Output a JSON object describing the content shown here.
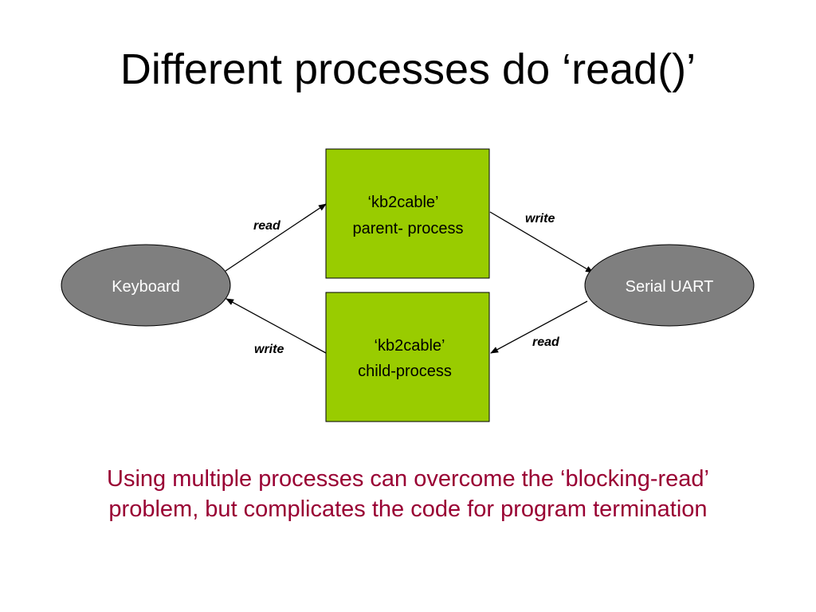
{
  "slide": {
    "title": "Different processes do ‘read()’",
    "caption_lines": [
      "Using multiple processes can overcome the ‘blocking-read’",
      "problem, but complicates the code for program termination"
    ]
  },
  "diagram": {
    "nodes": {
      "keyboard": {
        "label": "Keyboard"
      },
      "serial_uart": {
        "label": "Serial UART"
      },
      "parent_process": {
        "line1": "‘kb2cable’",
        "line2": "parent- process"
      },
      "child_process": {
        "line1": "‘kb2cable’",
        "line2": "child-process"
      }
    },
    "edges": {
      "keyboard_to_parent": {
        "label": "read"
      },
      "parent_to_uart": {
        "label": "write"
      },
      "uart_to_child": {
        "label": "read"
      },
      "child_to_keyboard": {
        "label": "write"
      }
    }
  },
  "colors": {
    "process_fill": "#99CC00",
    "device_fill": "#7F7F7F",
    "caption": "#990033",
    "title": "#000000"
  }
}
